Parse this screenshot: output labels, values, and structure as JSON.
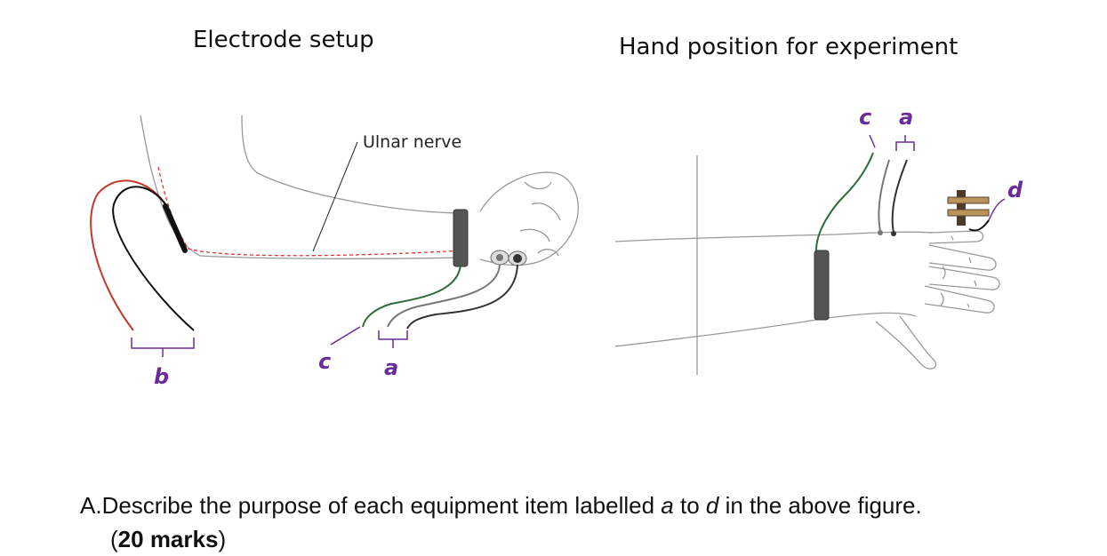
{
  "titles": {
    "left": "Electrode setup",
    "right": "Hand position for experiment"
  },
  "labels": {
    "ulnar_nerve": "Ulnar nerve",
    "a": "a",
    "b": "b",
    "c": "c",
    "d": "d"
  },
  "colors": {
    "label_purple": "#6a2c9c",
    "wire_red": "#c0392b",
    "wire_green": "#2e6b3a",
    "nerve_red_dashed": "#e03030",
    "strap": "#555555"
  },
  "question": {
    "prefix": "A.Describe the purpose of each equipment item labelled ",
    "a": "a",
    "to": " to ",
    "d": "d",
    "suffix": " in the above figure.",
    "marks_open": "(",
    "marks_bold": "20 marks",
    "marks_close": ")"
  }
}
